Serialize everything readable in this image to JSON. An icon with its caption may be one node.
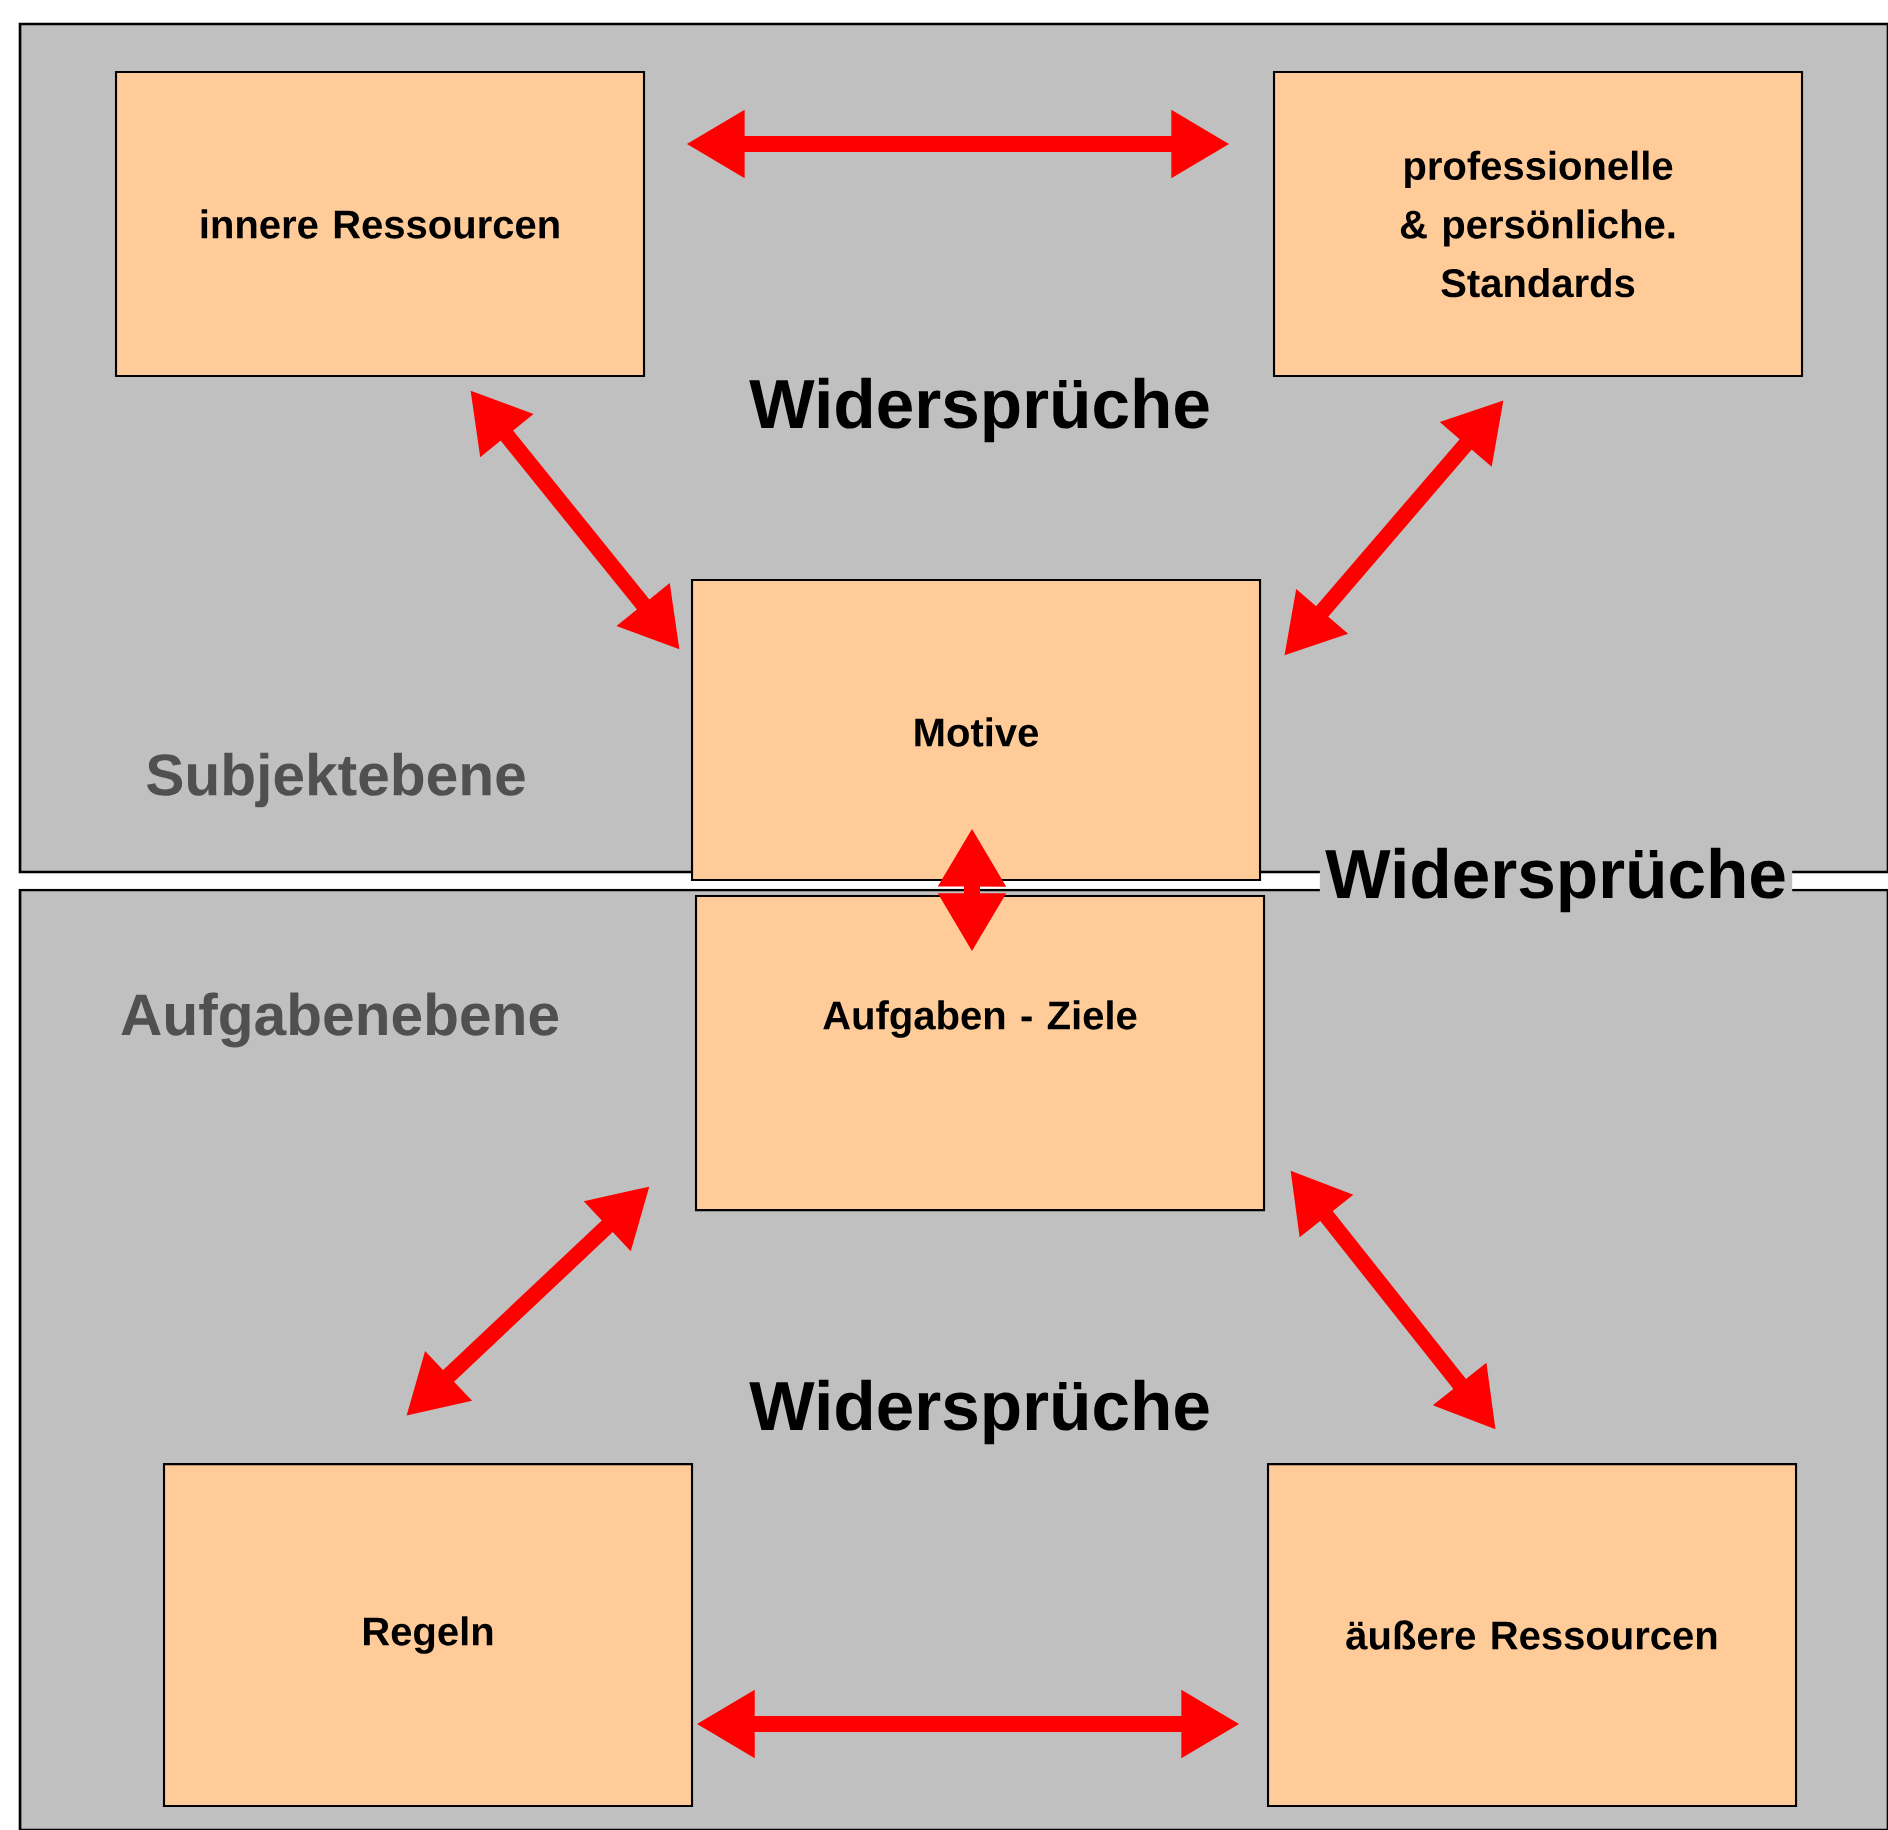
{
  "diagram": {
    "nodes": [
      {
        "text": [
          "Subjektebene"
        ]
      },
      {
        "text": [
          "innere Ressourcen"
        ],
        "in": 0
      },
      {
        "text": [
          "professionelle & persönliche. Standards"
        ],
        "in": 0
      },
      {
        "text": [
          "Motive"
        ],
        "in": 0
      },
      {
        "text": [
          "Aufgabenebene"
        ]
      },
      {
        "text": [
          "Aufgaben - Ziele"
        ],
        "in": 4
      },
      {
        "text": [
          "Regeln"
        ],
        "in": 4
      },
      {
        "text": [
          "äußere Ressourcen"
        ],
        "in": 4
      }
    ],
    "edges": [
      {
        "from": 1,
        "to": 2,
        "arrow": "both"
      },
      {
        "from": 1,
        "to": 3,
        "arrow": "both"
      },
      {
        "from": 2,
        "to": 3,
        "arrow": "both"
      },
      {
        "from": 3,
        "to": 5,
        "arrow": "both"
      },
      {
        "from": 5,
        "to": 6,
        "arrow": "both"
      },
      {
        "from": 5,
        "to": 7,
        "arrow": "both"
      },
      {
        "from": 6,
        "to": 7,
        "arrow": "both"
      }
    ],
    "labels": [
      "Widersprüche",
      "Widersprüche",
      "Widersprüche"
    ]
  }
}
